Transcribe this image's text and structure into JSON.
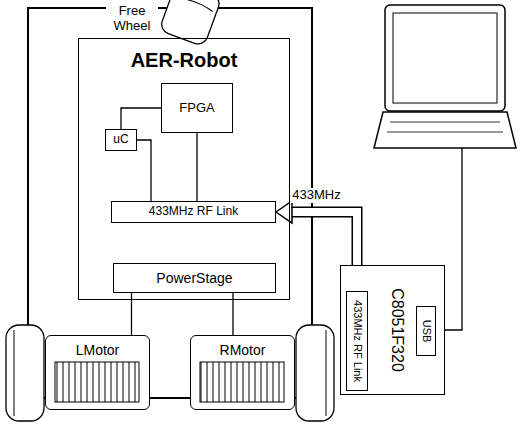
{
  "diagram": {
    "nodes": [
      {
        "text": [
          "AER-Robot"
        ]
      },
      {
        "text": [
          "FPGA"
        ],
        "in": 0
      },
      {
        "text": [
          "uC"
        ],
        "in": 0
      },
      {
        "text": [
          "433MHz RF Link"
        ],
        "in": 0
      },
      {
        "text": [
          "PowerStage"
        ],
        "in": 0
      },
      {
        "text": [
          "LMotor"
        ]
      },
      {
        "text": [
          "RMotor"
        ]
      },
      {
        "text": [
          "C8051F320"
        ]
      },
      {
        "text": [
          "433MHz RF Link"
        ],
        "in": 7
      },
      {
        "text": [
          "USB"
        ],
        "in": 7
      }
    ],
    "edges": [
      {
        "from": 2,
        "to": 1,
        "arrow": "none"
      },
      {
        "from": 2,
        "to": 3,
        "arrow": "none"
      },
      {
        "from": 1,
        "to": 3,
        "arrow": "none"
      },
      {
        "from": 8,
        "to": 3,
        "label": "433MHz",
        "arrow": "to"
      },
      {
        "from": 4,
        "to": 5,
        "arrow": "none"
      },
      {
        "from": 4,
        "to": 6,
        "arrow": "none"
      }
    ],
    "labels": [
      "Free Wheel"
    ]
  }
}
